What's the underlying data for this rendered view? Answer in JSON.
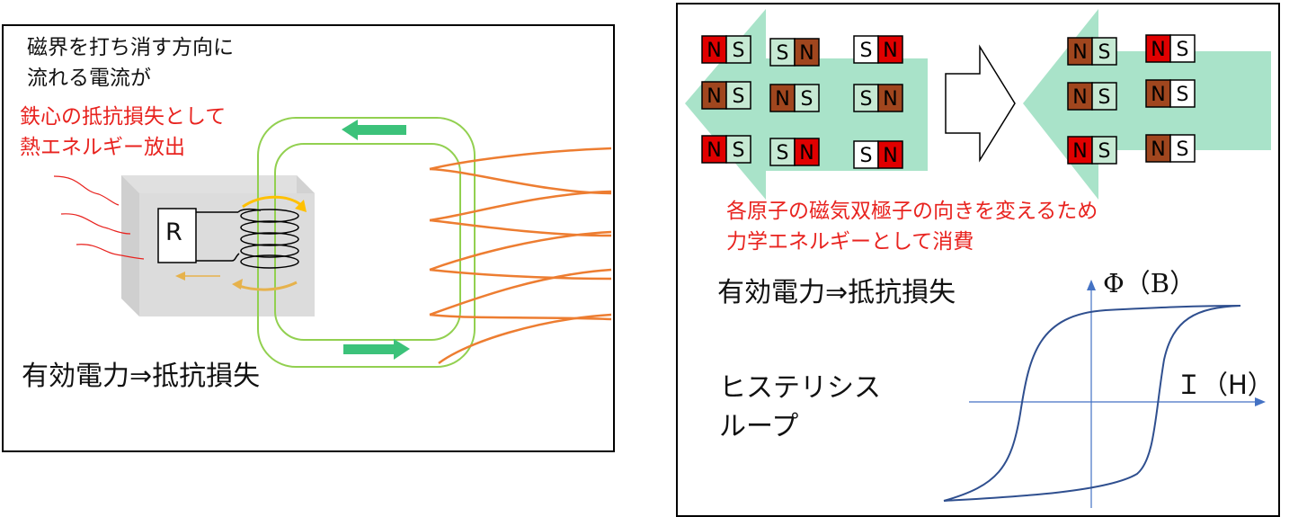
{
  "left": {
    "current_note": "磁界を打ち消す方向に\n流れる電流が",
    "iron_loss_note": "鉄心の抵抗損失として\n熱エネルギー放出",
    "resistor_label": "R",
    "active_power": "有効電力⇒抵抗損失"
  },
  "right": {
    "magnet_n": "N",
    "magnet_s": "S",
    "dipole_note": "各原子の磁気双極子の向きを変えるため\n力学エネルギーとして消費",
    "active_power": "有効電力⇒抵抗損失",
    "hysteresis_label": "ヒステリシス\nループ",
    "y_axis_label": "Φ（B）",
    "x_axis_label": "Ｉ（H）"
  },
  "colors": {
    "red_text": "#e8231f",
    "field_line": "#ed7d31",
    "core_outline": "#92d050",
    "flow_arrow": "#3cc27a",
    "big_arrow": "#a9e3c9",
    "magnet_n": "#e00000",
    "magnet_n_dark": "#a0461e",
    "magnet_s_green": "#c6e9d3",
    "loop_curve": "#2f4f8f",
    "axis": "#4472c4",
    "yellow_arrow": "#ffc000",
    "tan_arrow": "#e6b24c"
  }
}
